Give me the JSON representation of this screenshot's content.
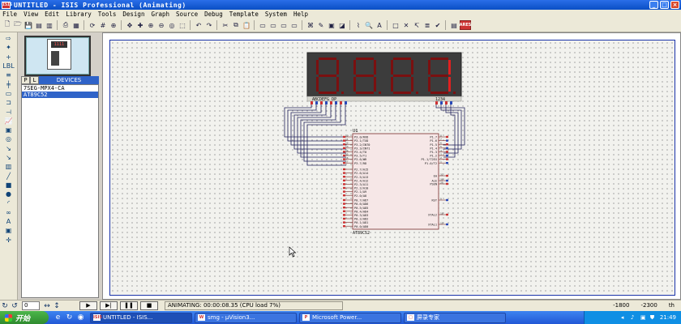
{
  "window": {
    "title": "UNTITLED - ISIS Professional (Animating)",
    "app_icon": "ISIS",
    "controls": [
      "_",
      "□",
      "×"
    ]
  },
  "menu": [
    "File",
    "View",
    "Edit",
    "Library",
    "Tools",
    "Design",
    "Graph",
    "Source",
    "Debug",
    "Template",
    "System",
    "Help"
  ],
  "panel": {
    "mode_p": "P",
    "mode_l": "L",
    "devices_header": "DEVICES",
    "overview_digits": "1111",
    "devices": [
      {
        "label": "7SEG-MPX4-CA",
        "selected": false
      },
      {
        "label": "AT89C52",
        "selected": true
      }
    ]
  },
  "schematic": {
    "display": {
      "digits": [
        "8",
        "8",
        "8",
        "8"
      ],
      "lit_digit": "1",
      "segments_label": "ABCDEFG DP",
      "common_label": "1234",
      "segment_color": "#e02020",
      "off_color": "#7a1010",
      "body_color": "#3c3c3c"
    },
    "mcu": {
      "ref": "U1",
      "part": "AT89C52",
      "left_port0": [
        "P3.0/RXD",
        "P3.1/TXD",
        "P3.2/INT0",
        "P3.3/INT1",
        "P3.4/T0",
        "P3.5/T1",
        "P3.6/WR",
        "P3.7/RD"
      ],
      "left_pins_top": [
        "10",
        "11",
        "12",
        "13",
        "14",
        "15",
        "16",
        "17"
      ],
      "left_port2": [
        "P2.7/A15",
        "P2.6/A14",
        "P2.5/A13",
        "P2.4/A12",
        "P2.3/A11",
        "P2.2/A10",
        "P2.1/A9",
        "P2.0/A8"
      ],
      "left_port0b": [
        "P0.7/AD7",
        "P0.6/AD6",
        "P0.5/AD5",
        "P0.4/AD4",
        "P0.3/AD3",
        "P0.2/AD2",
        "P0.1/AD1",
        "P0.0/AD0"
      ],
      "right_port1": [
        "P1.7",
        "P1.6",
        "P1.5",
        "P1.4",
        "P1.3",
        "P1.2",
        "P1.1/T2EX",
        "P1.0/T2"
      ],
      "right_pins_p1": [
        "8",
        "7",
        "6",
        "5",
        "4",
        "3",
        "2",
        "1"
      ],
      "right_ctrl": [
        "EA",
        "ALE",
        "PSEN",
        "RST",
        "XTAL2",
        "XTAL1"
      ],
      "right_ctrl_pins": [
        "31",
        "30",
        "29",
        "9",
        "18",
        "19"
      ]
    }
  },
  "statusbar": {
    "rotation": "0",
    "sim_buttons": [
      "▶",
      "▶|",
      "❚❚",
      "■"
    ],
    "animating": "ANIMATING: 00:00:08.35 (CPU load 7%)",
    "x": "-1800",
    "y": "-2300",
    "unit": "th"
  },
  "taskbar": {
    "start": "开始",
    "tasks": [
      {
        "label": "UNTITLED - ISIS...",
        "icon": "ISIS",
        "active": true
      },
      {
        "label": "smg - µVision3...",
        "icon": "W",
        "active": false
      },
      {
        "label": "Microsoft Power...",
        "icon": "P",
        "active": false
      },
      {
        "label": "屏录专家",
        "icon": "□",
        "active": false
      }
    ],
    "clock": "21:49"
  }
}
